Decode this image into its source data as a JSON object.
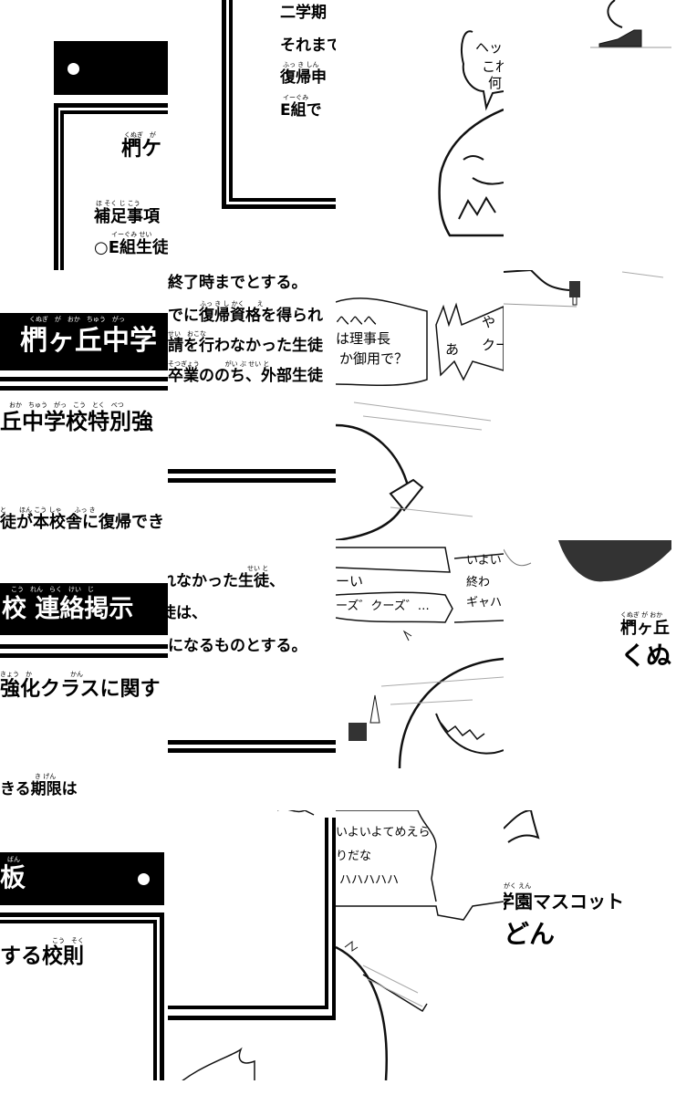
{
  "notice": {
    "header_left": "椚ヶ丘中学",
    "header_left_ruby": "くぬぎ　が　おか　ちゅう　がっ",
    "header_mid": "校 連絡掲示",
    "header_mid_ruby": "こう　れん　らく　けい　じ",
    "header_right": "板",
    "header_right_ruby": "ばん",
    "title_a": "椚ケ",
    "title_a_ruby": "くぬぎ　が",
    "title_b": "丘中学校特別強",
    "title_b_ruby": "おか　ちゅう　がっ　こう　とく　べつ",
    "title_c": "強化クラスに関す",
    "title_c_ruby": "きょう　か　　　　　　かん",
    "title_d": "する校則",
    "title_d_ruby": "こう　そく",
    "supp": "補足事項",
    "supp_ruby": "ほ そく じ こう",
    "item": "○E組生徒",
    "item_ruby": "イーぐみ せい",
    "body1": "徒が本校舎に復帰でき",
    "body1_ruby": "と　　ほん こう しゃ　　ふっ き",
    "body2": "きる期限は",
    "body2_ruby": "き げん",
    "r1": "二学期",
    "r2": "それまで",
    "r3": "復帰申",
    "r3_ruby": "ふっ き しん",
    "r4": "E組で",
    "r4_ruby": "イーぐみ",
    "c1": "終了時までとする。",
    "c2": "でに復帰資格を得られ",
    "c2_ruby": "ふっ き し かく　　え",
    "c3": "請を行わなかった生徒",
    "c3_ruby": "せい　おこな",
    "c4": "卒業ののち、外部生徒",
    "c4_ruby": "そつぎょう　　　　がい ぶ せい と",
    "c5": "れなかった生徒、",
    "c5_ruby": "せい と",
    "c6": "徒は、",
    "c7": "になるものとする。"
  },
  "speech": {
    "b1": [
      "ヘッ",
      "これ",
      "何"
    ],
    "b2": [
      "へへへ",
      "は理事長",
      "か御用で？"
    ],
    "b3": [
      "あ"
    ],
    "b4": [
      "や",
      "クー"
    ],
    "b5": [
      "ーい",
      "ーズ゛クーズ゛…"
    ],
    "b6": [
      "いよい",
      "終わ",
      "ギャハ"
    ],
    "b7": [
      "いよいよてめえら",
      "りだな",
      "ハハハハハ"
    ]
  },
  "caption": {
    "line1_a": "椚ヶ丘",
    "line1_a_ruby": "くぬぎ が おか",
    "line1_b": "学園マスコット",
    "line1_b_ruby": "がく えん",
    "line2_a": "くぬ",
    "line2_b": "どん"
  }
}
